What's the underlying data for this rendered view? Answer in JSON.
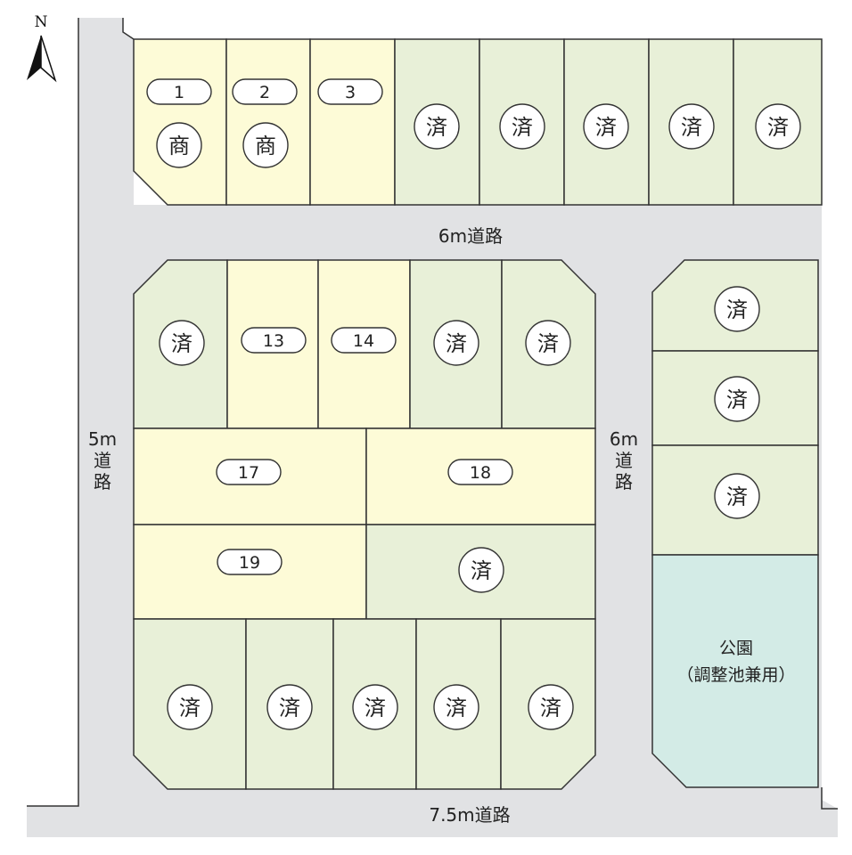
{
  "colors": {
    "road": "#e1e2e4",
    "available_lot": "#fdfbd7",
    "sold_lot": "#e8f0d8",
    "park": "#d3ebe6",
    "border": "#333333"
  },
  "north_label": "N",
  "roads": {
    "top": "6m道路",
    "left": "5m道路",
    "middle": "6m道路",
    "bottom": "7.5m道路"
  },
  "lots": {
    "l1": {
      "number": "1",
      "tag": "商",
      "status": "available"
    },
    "l2": {
      "number": "2",
      "tag": "商",
      "status": "available"
    },
    "l3": {
      "number": "3",
      "status": "available"
    },
    "l4": {
      "tag": "済",
      "status": "sold"
    },
    "l5": {
      "tag": "済",
      "status": "sold"
    },
    "l6": {
      "tag": "済",
      "status": "sold"
    },
    "l7": {
      "tag": "済",
      "status": "sold"
    },
    "l8": {
      "tag": "済",
      "status": "sold"
    },
    "l12": {
      "tag": "済",
      "status": "sold"
    },
    "l13": {
      "number": "13",
      "status": "available"
    },
    "l14": {
      "number": "14",
      "status": "available"
    },
    "l15": {
      "tag": "済",
      "status": "sold"
    },
    "l16": {
      "tag": "済",
      "status": "sold"
    },
    "l17": {
      "number": "17",
      "status": "available"
    },
    "l18": {
      "number": "18",
      "status": "available"
    },
    "l19": {
      "number": "19",
      "status": "available"
    },
    "l20": {
      "tag": "済",
      "status": "sold"
    },
    "b1": {
      "tag": "済",
      "status": "sold"
    },
    "b2": {
      "tag": "済",
      "status": "sold"
    },
    "b3": {
      "tag": "済",
      "status": "sold"
    },
    "b4": {
      "tag": "済",
      "status": "sold"
    },
    "b5": {
      "tag": "済",
      "status": "sold"
    },
    "e1": {
      "tag": "済",
      "status": "sold"
    },
    "e2": {
      "tag": "済",
      "status": "sold"
    },
    "e3": {
      "tag": "済",
      "status": "sold"
    }
  },
  "park": {
    "line1": "公園",
    "line2": "（調整池兼用）"
  }
}
